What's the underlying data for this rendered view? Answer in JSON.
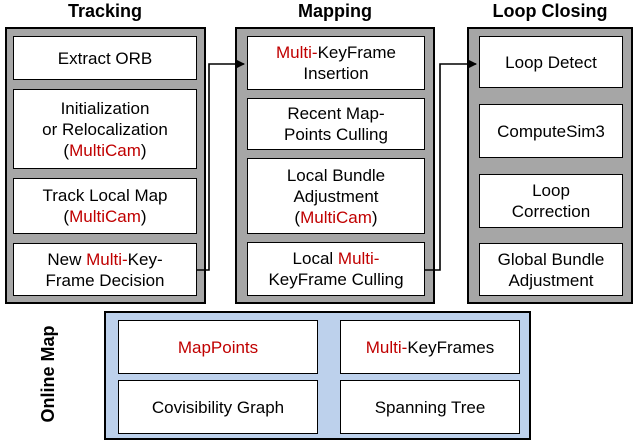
{
  "tracking": {
    "title": "Tracking",
    "box1": "Extract ORB",
    "box2": {
      "line1": "Initialization",
      "line2": "or Relocalization",
      "open": "(",
      "red": "MultiCam",
      "close": ")"
    },
    "box3": {
      "line1": "Track Local Map",
      "open": "(",
      "red": "MultiCam",
      "close": ")"
    },
    "box4": {
      "pre": "New ",
      "red": "Multi-",
      "post": "Key-",
      "line2": "Frame Decision"
    }
  },
  "mapping": {
    "title": "Mapping",
    "box1": {
      "red": "Multi-",
      "post": "KeyFrame",
      "line2": "Insertion"
    },
    "box2": {
      "line1": "Recent Map-",
      "line2": "Points Culling"
    },
    "box3": {
      "line1": "Local Bundle",
      "line2": "Adjustment",
      "open": "(",
      "red": "MultiCam",
      "close": ")"
    },
    "box4": {
      "pre": "Local ",
      "red": "Multi-",
      "line2": "KeyFrame Culling"
    }
  },
  "loop": {
    "title": "Loop Closing",
    "box1": "Loop Detect",
    "box2": "ComputeSim3",
    "box3": {
      "line1": "Loop",
      "line2": "Correction"
    },
    "box4": {
      "line1": "Global Bundle",
      "line2": "Adjustment"
    }
  },
  "map": {
    "title": "Online Map",
    "mappoints": "MapPoints",
    "keyframes": {
      "red": "Multi-",
      "post": "KeyFrames"
    },
    "covis": "Covisibility Graph",
    "spanning": "Spanning Tree"
  },
  "colors": {
    "panel_gray": "#a6a6a6",
    "map_blue": "#bdd1ec",
    "accent_red": "#c00000"
  }
}
